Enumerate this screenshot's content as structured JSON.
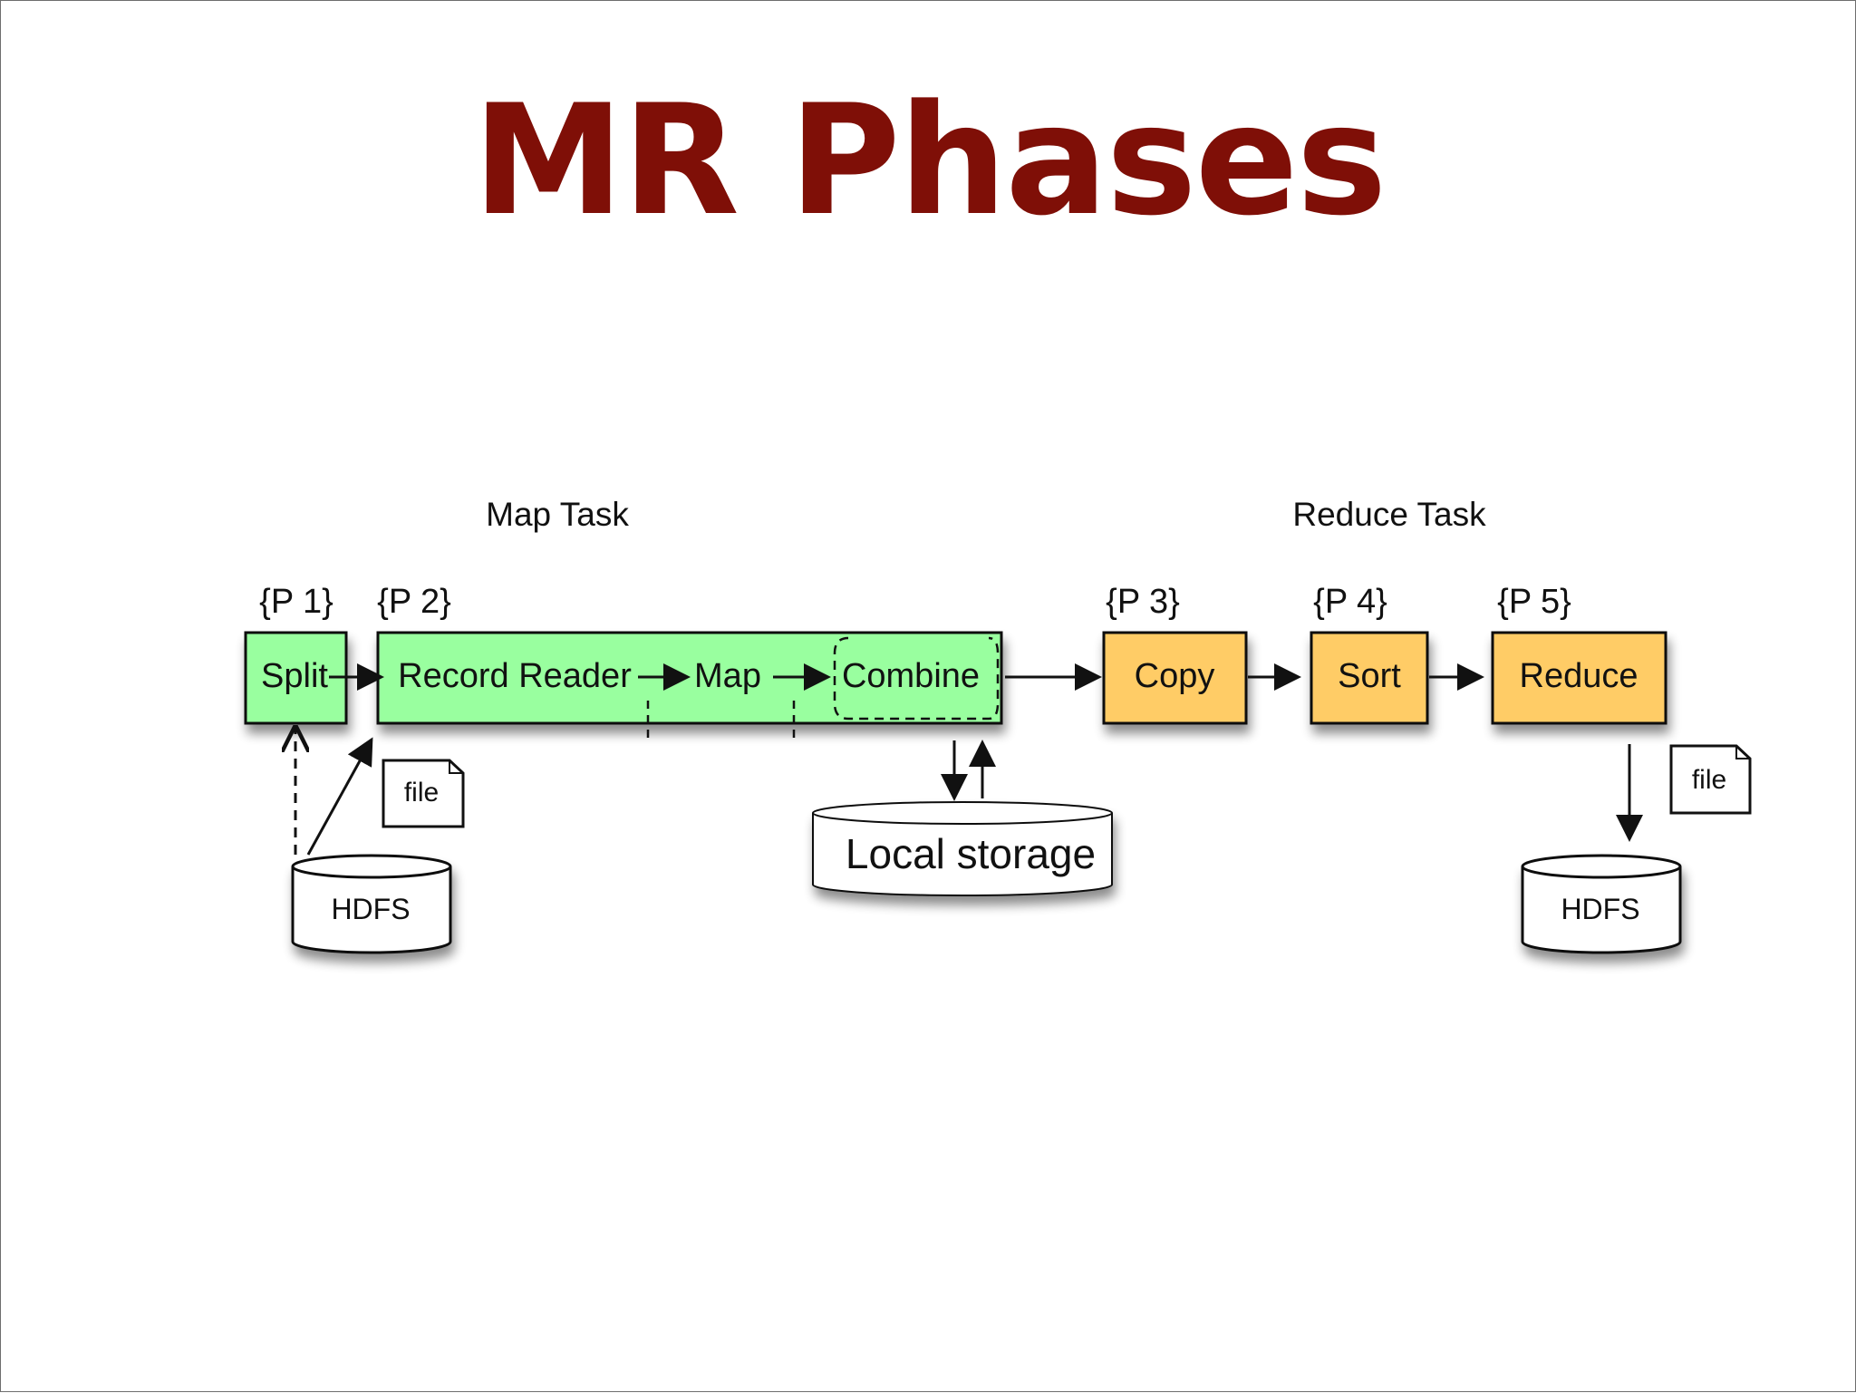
{
  "slide": {
    "title": "MR Phases"
  },
  "diagram": {
    "map_task_label": "Map Task",
    "reduce_task_label": "Reduce Task",
    "phases": [
      {
        "tag": "{P 1}",
        "label": "Split"
      },
      {
        "tag": "{P 2}",
        "label": "Record Reader"
      },
      {
        "tag": "{P 3}",
        "label": "Copy"
      },
      {
        "tag": "{P 4}",
        "label": "Sort"
      },
      {
        "tag": "{P 5}",
        "label": "Reduce"
      }
    ],
    "map_label": "Map",
    "combine_label": "Combine",
    "storage": {
      "hdfs_input": "HDFS",
      "hdfs_output": "HDFS",
      "local": "Local storage"
    },
    "files": {
      "input": "file",
      "output": "file"
    }
  },
  "colors": {
    "title": "#7f0f07",
    "map_fill": "#99ff9f",
    "reduce_fill": "#ffcc66",
    "stroke": "#111111"
  }
}
